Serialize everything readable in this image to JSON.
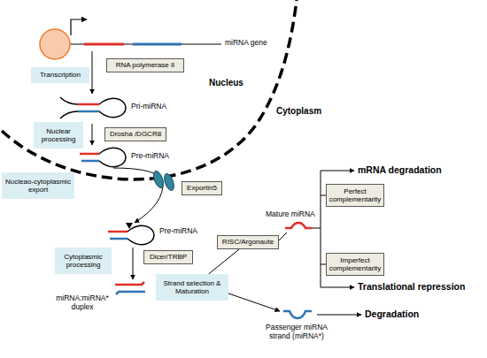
{
  "diagram": {
    "nodes": [
      {
        "text": [
          "RNA polymerase II"
        ]
      },
      {
        "text": [
          "Transcription"
        ]
      },
      {
        "text": [
          "Nuclear processing"
        ]
      },
      {
        "text": [
          "Drosha /DGCR8"
        ]
      },
      {
        "text": [
          "Nucleao-cytoplasmic export"
        ]
      },
      {
        "text": [
          "Exportin5"
        ]
      },
      {
        "text": [
          "Cytoplasmic processing"
        ]
      },
      {
        "text": [
          "Dicer/TRBP"
        ]
      },
      {
        "text": [
          "RISC/Argonaute"
        ]
      },
      {
        "text": [
          "Perfect complementarity"
        ]
      },
      {
        "text": [
          "Strand selection & Maturation"
        ]
      },
      {
        "text": [
          "Imperfect complementarity"
        ]
      }
    ],
    "edges": [
      {
        "from": 10,
        "to": 8,
        "arrow": "none"
      }
    ],
    "labels": [
      "miRNA gene",
      "Pri-miRNA",
      "Nucleus",
      "Pre-miRNA",
      "Cytoplasm",
      "Pre-miRNA",
      "mRNA degradation",
      "Mature miRNA",
      "miRNA:miRNA* duplex",
      "Translational repression",
      "Passenger miRNA strand (miRNA*)",
      "Degradation"
    ]
  }
}
